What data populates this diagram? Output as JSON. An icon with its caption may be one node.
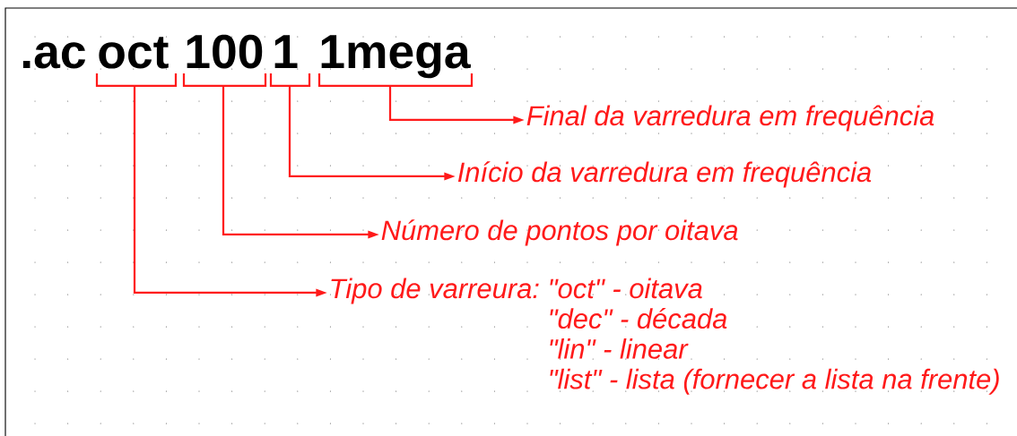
{
  "diagram": {
    "nodes": [
      {
        "text": [
          "oct"
        ]
      },
      {
        "text": [
          "100"
        ]
      },
      {
        "text": [
          "1"
        ]
      },
      {
        "text": [
          "1mega"
        ]
      },
      {
        "text": [
          "Final da varredura em frequência"
        ]
      },
      {
        "text": [
          "Início da varredura em frequência"
        ]
      },
      {
        "text": [
          "Número de pontos por oitava"
        ]
      },
      {
        "text": [
          "Tipo de varreura:",
          "\"oct\" - oitava",
          "\"dec\" - década",
          "\"lin\" - linear",
          "\"list\" - lista (fornecer a lista na frente)"
        ]
      }
    ],
    "edges": [
      {
        "from": 3,
        "to": 4,
        "arrow": "to"
      },
      {
        "from": 2,
        "to": 5,
        "arrow": "to"
      },
      {
        "from": 1,
        "to": 6,
        "arrow": "to"
      },
      {
        "from": 0,
        "to": 7,
        "arrow": "to"
      }
    ],
    "labels": [
      ".ac"
    ]
  }
}
